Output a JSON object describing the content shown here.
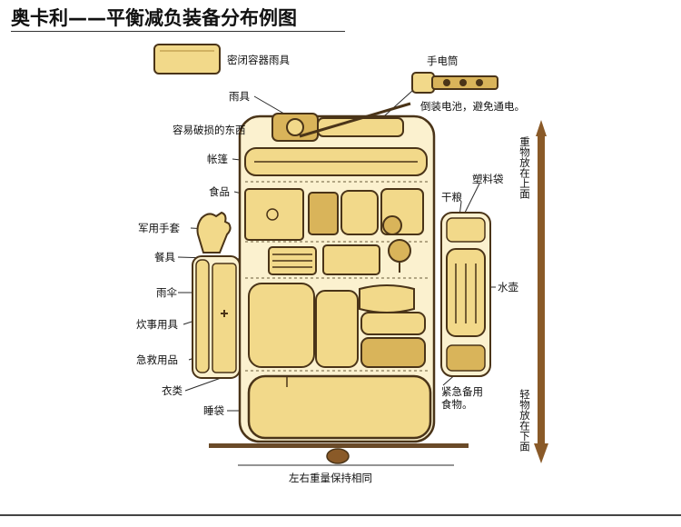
{
  "title": "奥卡利——平衡减负装备分布例图",
  "labels": {
    "sealed_container": "密闭容器雨具",
    "flashlight": "手电筒",
    "battery_note": "倒装电池，避免通电。",
    "rain_gear": "雨具",
    "fragile": "容易破损的东西",
    "tent": "帐篷",
    "food": "食品",
    "plastic_bag": "塑料袋",
    "dry_food": "干粮",
    "gloves": "军用手套",
    "tableware": "餐具",
    "umbrella": "雨伞",
    "water_bottle": "水壶",
    "cooking": "炊事用具",
    "first_aid": "急救用品",
    "clothes": "衣类",
    "emergency_food": "紧急备用食物。",
    "sleeping_bag": "睡袋",
    "balance": "左右重量保持相同",
    "heavy_top": "重物放在上面",
    "light_bottom": "轻物放在下面"
  },
  "colors": {
    "fill": "#f2d98a",
    "fill_dark": "#d9b45a",
    "stroke": "#4a3418",
    "line": "#2a2a2a",
    "arrow": "#8a5a28"
  }
}
